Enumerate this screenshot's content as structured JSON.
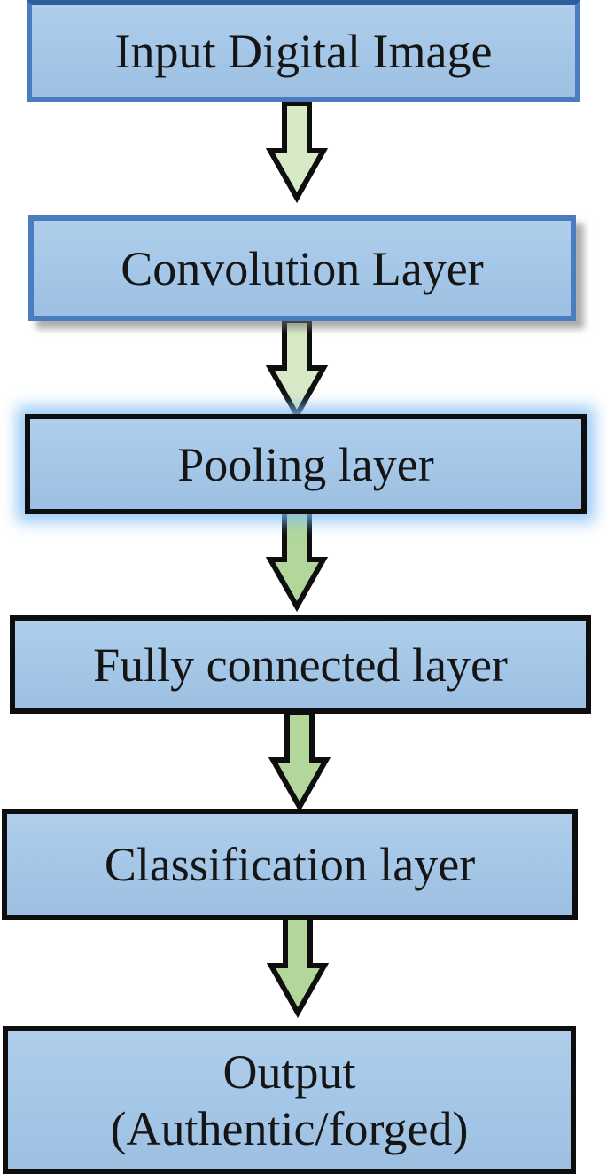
{
  "diagram": {
    "type": "flowchart",
    "direction": "top-to-bottom",
    "nodes": [
      {
        "id": "input",
        "label": "Input Digital Image"
      },
      {
        "id": "convolution",
        "label": "Convolution Layer"
      },
      {
        "id": "pooling",
        "label": "Pooling layer"
      },
      {
        "id": "fully-connected",
        "label": "Fully connected layer"
      },
      {
        "id": "classification",
        "label": "Classification layer"
      },
      {
        "id": "output",
        "label": "Output\n(Authentic/forged)"
      }
    ],
    "edges": [
      {
        "from": "Input Digital Image",
        "to": "Convolution Layer"
      },
      {
        "from": "Convolution Layer",
        "to": "Pooling layer"
      },
      {
        "from": "Pooling layer",
        "to": "Fully connected layer"
      },
      {
        "from": "Fully connected layer",
        "to": "Classification layer"
      },
      {
        "from": "Classification layer",
        "to": "Output (Authentic/forged)"
      }
    ],
    "colors": {
      "node_fill": "#a4c6e7",
      "blue_border": "#4a7cc0",
      "black_border": "#0e0e0e",
      "arrow_fill_pale": "#d8e9c6",
      "arrow_fill_green": "#b3d79a",
      "arrow_outline": "#0e0e0e",
      "glow_blue": "#9ecbf0",
      "text_color": "#151515"
    }
  }
}
